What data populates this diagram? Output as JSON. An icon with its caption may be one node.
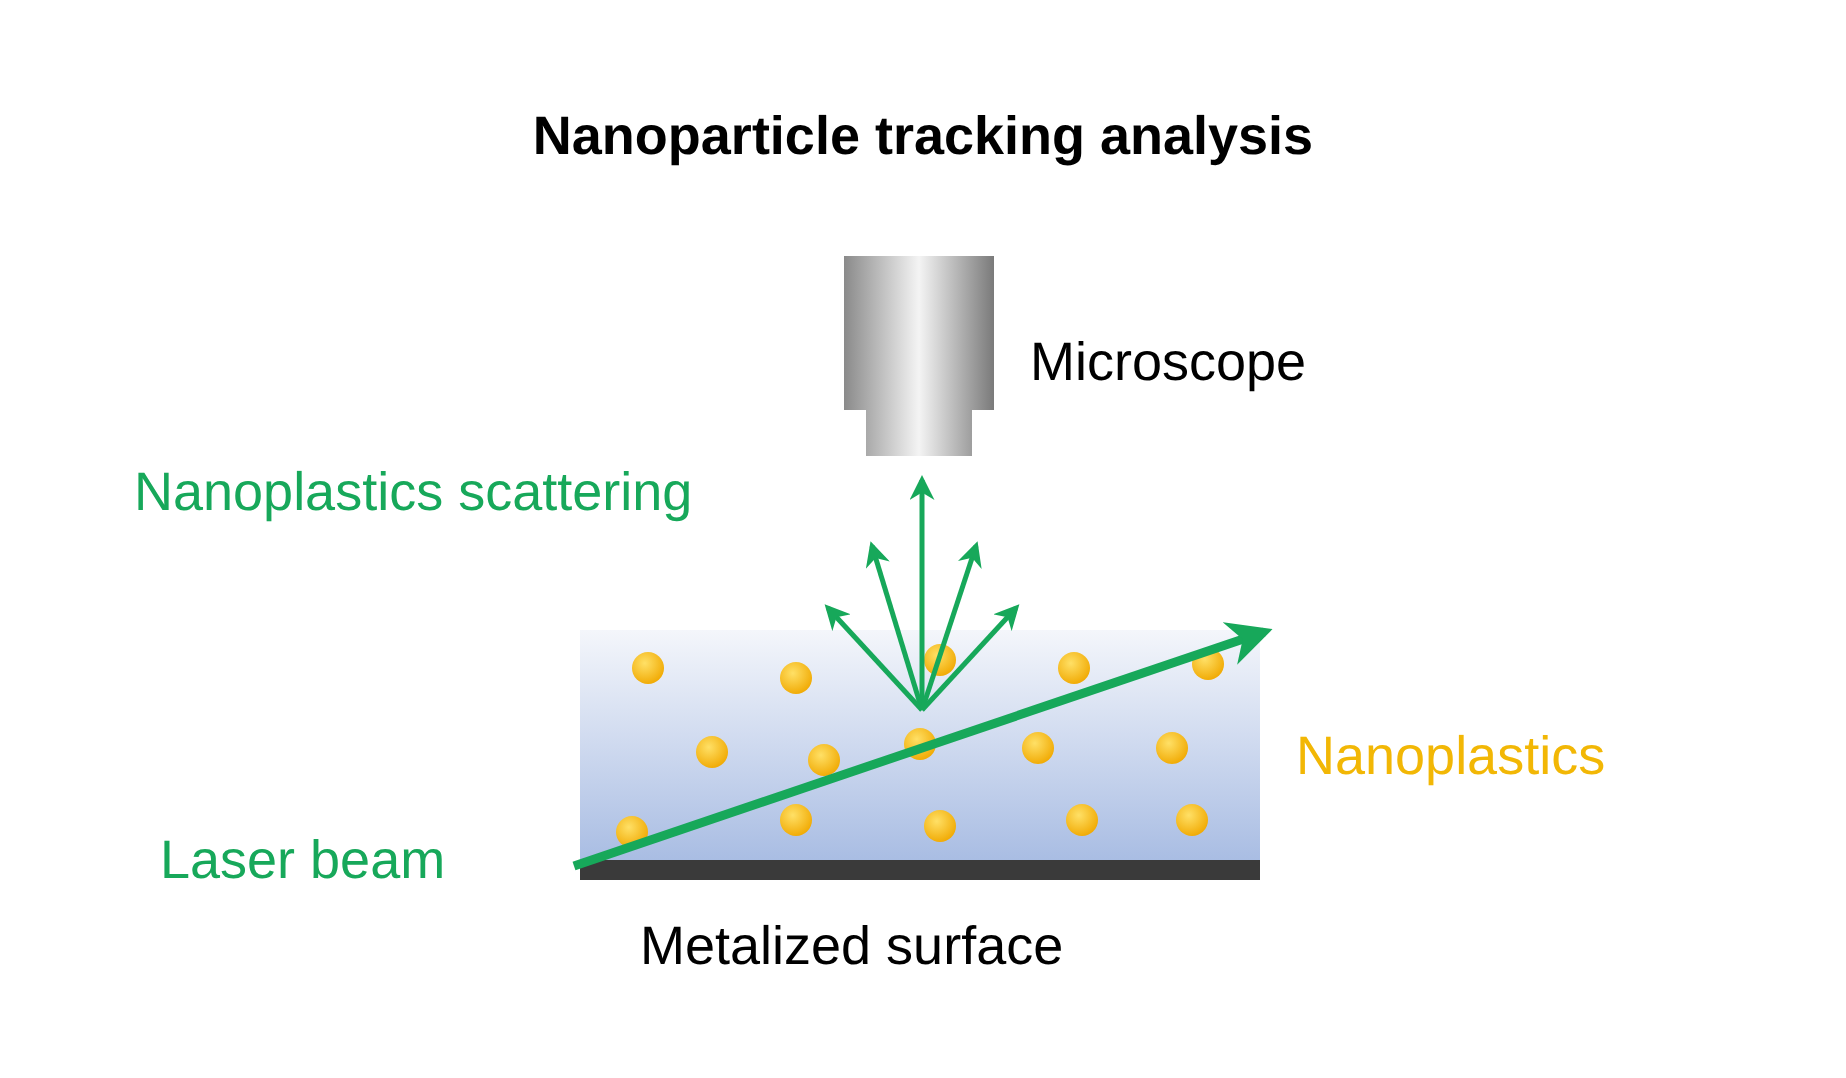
{
  "diagram": {
    "title": "Nanoparticle tracking analysis",
    "labels": [
      "Microscope",
      "Nanoplastics scattering",
      "Nanoplastics",
      "Laser beam",
      "Metalized surface"
    ]
  }
}
